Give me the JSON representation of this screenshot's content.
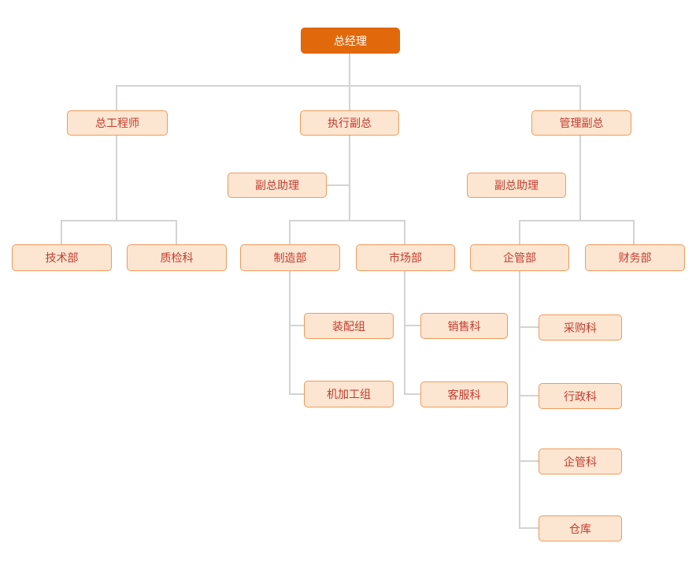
{
  "org_chart": {
    "nodes": [
      {
        "id": "ceo",
        "label": "总经理"
      },
      {
        "id": "chief-engineer",
        "label": "总工程师"
      },
      {
        "id": "executive-vp",
        "label": "执行副总"
      },
      {
        "id": "management-vp",
        "label": "管理副总"
      },
      {
        "id": "vp-assistant-left",
        "label": "副总助理"
      },
      {
        "id": "vp-assistant-right",
        "label": "副总助理"
      },
      {
        "id": "technology-dept",
        "label": "技术部"
      },
      {
        "id": "quality-inspection",
        "label": "质检科"
      },
      {
        "id": "manufacturing-dept",
        "label": "制造部"
      },
      {
        "id": "marketing-dept",
        "label": "市场部"
      },
      {
        "id": "enterprise-mgmt-dept",
        "label": "企管部"
      },
      {
        "id": "finance-dept",
        "label": "财务部"
      },
      {
        "id": "assembly-group",
        "label": "装配组"
      },
      {
        "id": "machining-group",
        "label": "机加工组"
      },
      {
        "id": "sales-section",
        "label": "销售科"
      },
      {
        "id": "customer-service-section",
        "label": "客服科"
      },
      {
        "id": "purchasing-section",
        "label": "采购科"
      },
      {
        "id": "admin-section",
        "label": "行政科"
      },
      {
        "id": "enterprise-mgmt-section",
        "label": "企管科"
      },
      {
        "id": "warehouse",
        "label": "仓库"
      }
    ],
    "edges": [
      [
        "ceo",
        "chief-engineer"
      ],
      [
        "ceo",
        "executive-vp"
      ],
      [
        "ceo",
        "management-vp"
      ],
      [
        "executive-vp",
        "vp-assistant-left"
      ],
      [
        "chief-engineer",
        "technology-dept"
      ],
      [
        "chief-engineer",
        "quality-inspection"
      ],
      [
        "executive-vp",
        "manufacturing-dept"
      ],
      [
        "executive-vp",
        "marketing-dept"
      ],
      [
        "management-vp",
        "enterprise-mgmt-dept"
      ],
      [
        "management-vp",
        "finance-dept"
      ],
      [
        "manufacturing-dept",
        "assembly-group"
      ],
      [
        "manufacturing-dept",
        "machining-group"
      ],
      [
        "marketing-dept",
        "sales-section"
      ],
      [
        "marketing-dept",
        "customer-service-section"
      ],
      [
        "enterprise-mgmt-dept",
        "purchasing-section"
      ],
      [
        "enterprise-mgmt-dept",
        "admin-section"
      ],
      [
        "enterprise-mgmt-dept",
        "enterprise-mgmt-section"
      ],
      [
        "enterprise-mgmt-dept",
        "warehouse"
      ]
    ],
    "colors": {
      "root_fill": "#E2690B",
      "root_text": "#FFFFFF",
      "node_fill": "#FCE6D1",
      "node_border": "#F0995B",
      "node_text": "#C43B2F",
      "connector": "#D3D3D3",
      "background": "#FFFFFF"
    }
  }
}
